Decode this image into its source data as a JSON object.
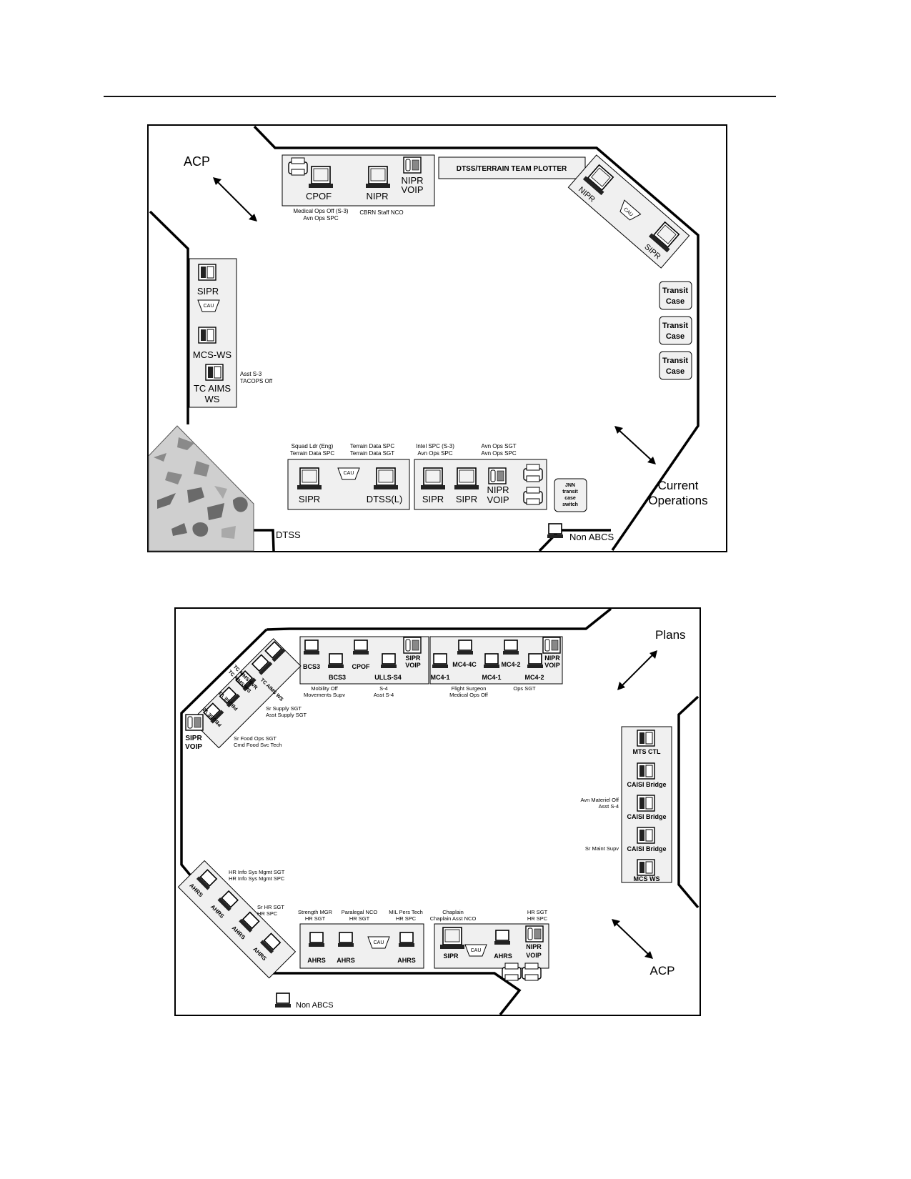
{
  "diagram1": {
    "entry_acp": "ACP",
    "entry_current": [
      "Current",
      "Operations"
    ],
    "plotter": "DTSS/TERRAIN TEAM PLOTTER",
    "top_cpof": "CPOF",
    "top_nipr": "NIPR",
    "top_nipr_voip": [
      "NIPR",
      "VOIP"
    ],
    "top_staff_1": [
      "Medical Ops Off (S-3)",
      "Avn Ops SPC"
    ],
    "top_staff_2": "CBRN Staff NCO",
    "diag_nipr": "NIPR",
    "diag_cau": "CAU",
    "diag_sipr": "SIPR",
    "left_sipr": "SIPR",
    "left_cau": "CAU",
    "left_mcsws": "MCS-WS",
    "left_tcaims": [
      "TC AIMS",
      "WS"
    ],
    "left_staff": [
      "Asst S-3",
      "TACOPS Off"
    ],
    "transit_case": [
      "Transit",
      "Case"
    ],
    "bot_staff_1": [
      "Squad Ldr (Eng)",
      "Terrain Data SPC"
    ],
    "bot_staff_2": [
      "Terrain Data SPC",
      "Terrain Data SGT"
    ],
    "bot_staff_3": [
      "Intel SPC (S-3)",
      "Avn Ops SPC"
    ],
    "bot_staff_4": [
      "Avn Ops SGT",
      "Avn Ops SPC"
    ],
    "bot_sipr": "SIPR",
    "bot_cau": "CAU",
    "bot_dtssl": "DTSS(L)",
    "bot_sipr2": "SIPR",
    "bot_sipr3": "SIPR",
    "bot_nipr_voip": [
      "NIPR",
      "VOIP"
    ],
    "jnn": [
      "JNN",
      "transit",
      "case",
      "switch"
    ],
    "dtss": "DTSS",
    "non_abcs": "Non ABCS"
  },
  "diagram2": {
    "entry_plans": "Plans",
    "entry_acp": "ACP",
    "top_bcs3a": "BCS3",
    "top_bcs3b": "BCS3",
    "top_cpof": "CPOF",
    "top_ulls": "ULLS-S4",
    "top_sipr_voip": [
      "SIPR",
      "VOIP"
    ],
    "top_mc4_1a": "MC4-1",
    "top_mc4_4c": "MC4-4C",
    "top_mc4_1b": "MC4-1",
    "top_mc4_2a": "MC4-2",
    "top_mc4_2b": "MC4-2",
    "top_nipr_voip": [
      "NIPR",
      "VOIP"
    ],
    "top_staff_1": [
      "Mobility Off",
      "Movements Supv"
    ],
    "top_staff_2": [
      "S-4",
      "Asst S-4"
    ],
    "top_staff_3": [
      "Flight Surgeon",
      "Medical Ops Off"
    ],
    "top_staff_4": "Ops SGT",
    "diag_sipr_voip": [
      "SIPR",
      "VOIP"
    ],
    "diag_labels": [
      "PBUSE V2",
      "PBUSE V1",
      "TC AIMS SVR",
      "TC AIMS WS",
      "TC AIMS WS"
    ],
    "diag_staff_1": [
      "Sr Supply SGT",
      "Asst Supply SGT"
    ],
    "diag_staff_2": [
      "Sr Food Ops SGT",
      "Cmd Food Svc Tech"
    ],
    "right_items": [
      "MTS CTL",
      "CAISI Bridge",
      "CAISI Bridge",
      "CAISI Bridge",
      "MCS WS"
    ],
    "right_staff_1": [
      "Avn Materiel Off",
      "Asst S-4"
    ],
    "right_staff_2": "Sr Maint Supv",
    "ahrs_diag": [
      "AHRS",
      "AHRS",
      "AHRS",
      "AHRS"
    ],
    "ahrs_staff_1": [
      "HR Info Sys Mgmt SGT",
      "HR Info Sys Mgmt SPC"
    ],
    "ahrs_staff_2": [
      "Sr HR SGT",
      "HR SPC"
    ],
    "bot_staff_1": [
      "Strength MGR",
      "HR SGT"
    ],
    "bot_staff_2": [
      "Paralegal NCO",
      "HR SGT"
    ],
    "bot_staff_3": [
      "MIL Pers Tech",
      "HR SPC"
    ],
    "bot_staff_4": [
      "Chaplain",
      "Chaplain Asst NCO"
    ],
    "bot_staff_5": [
      "HR SGT",
      "HR SPC"
    ],
    "bot_ahrs": "AHRS",
    "bot_cau": "CAU",
    "bot_sipr": "SIPR",
    "bot_nipr_voip": [
      "NIPR",
      "VOIP"
    ],
    "non_abcs": "Non ABCS"
  }
}
